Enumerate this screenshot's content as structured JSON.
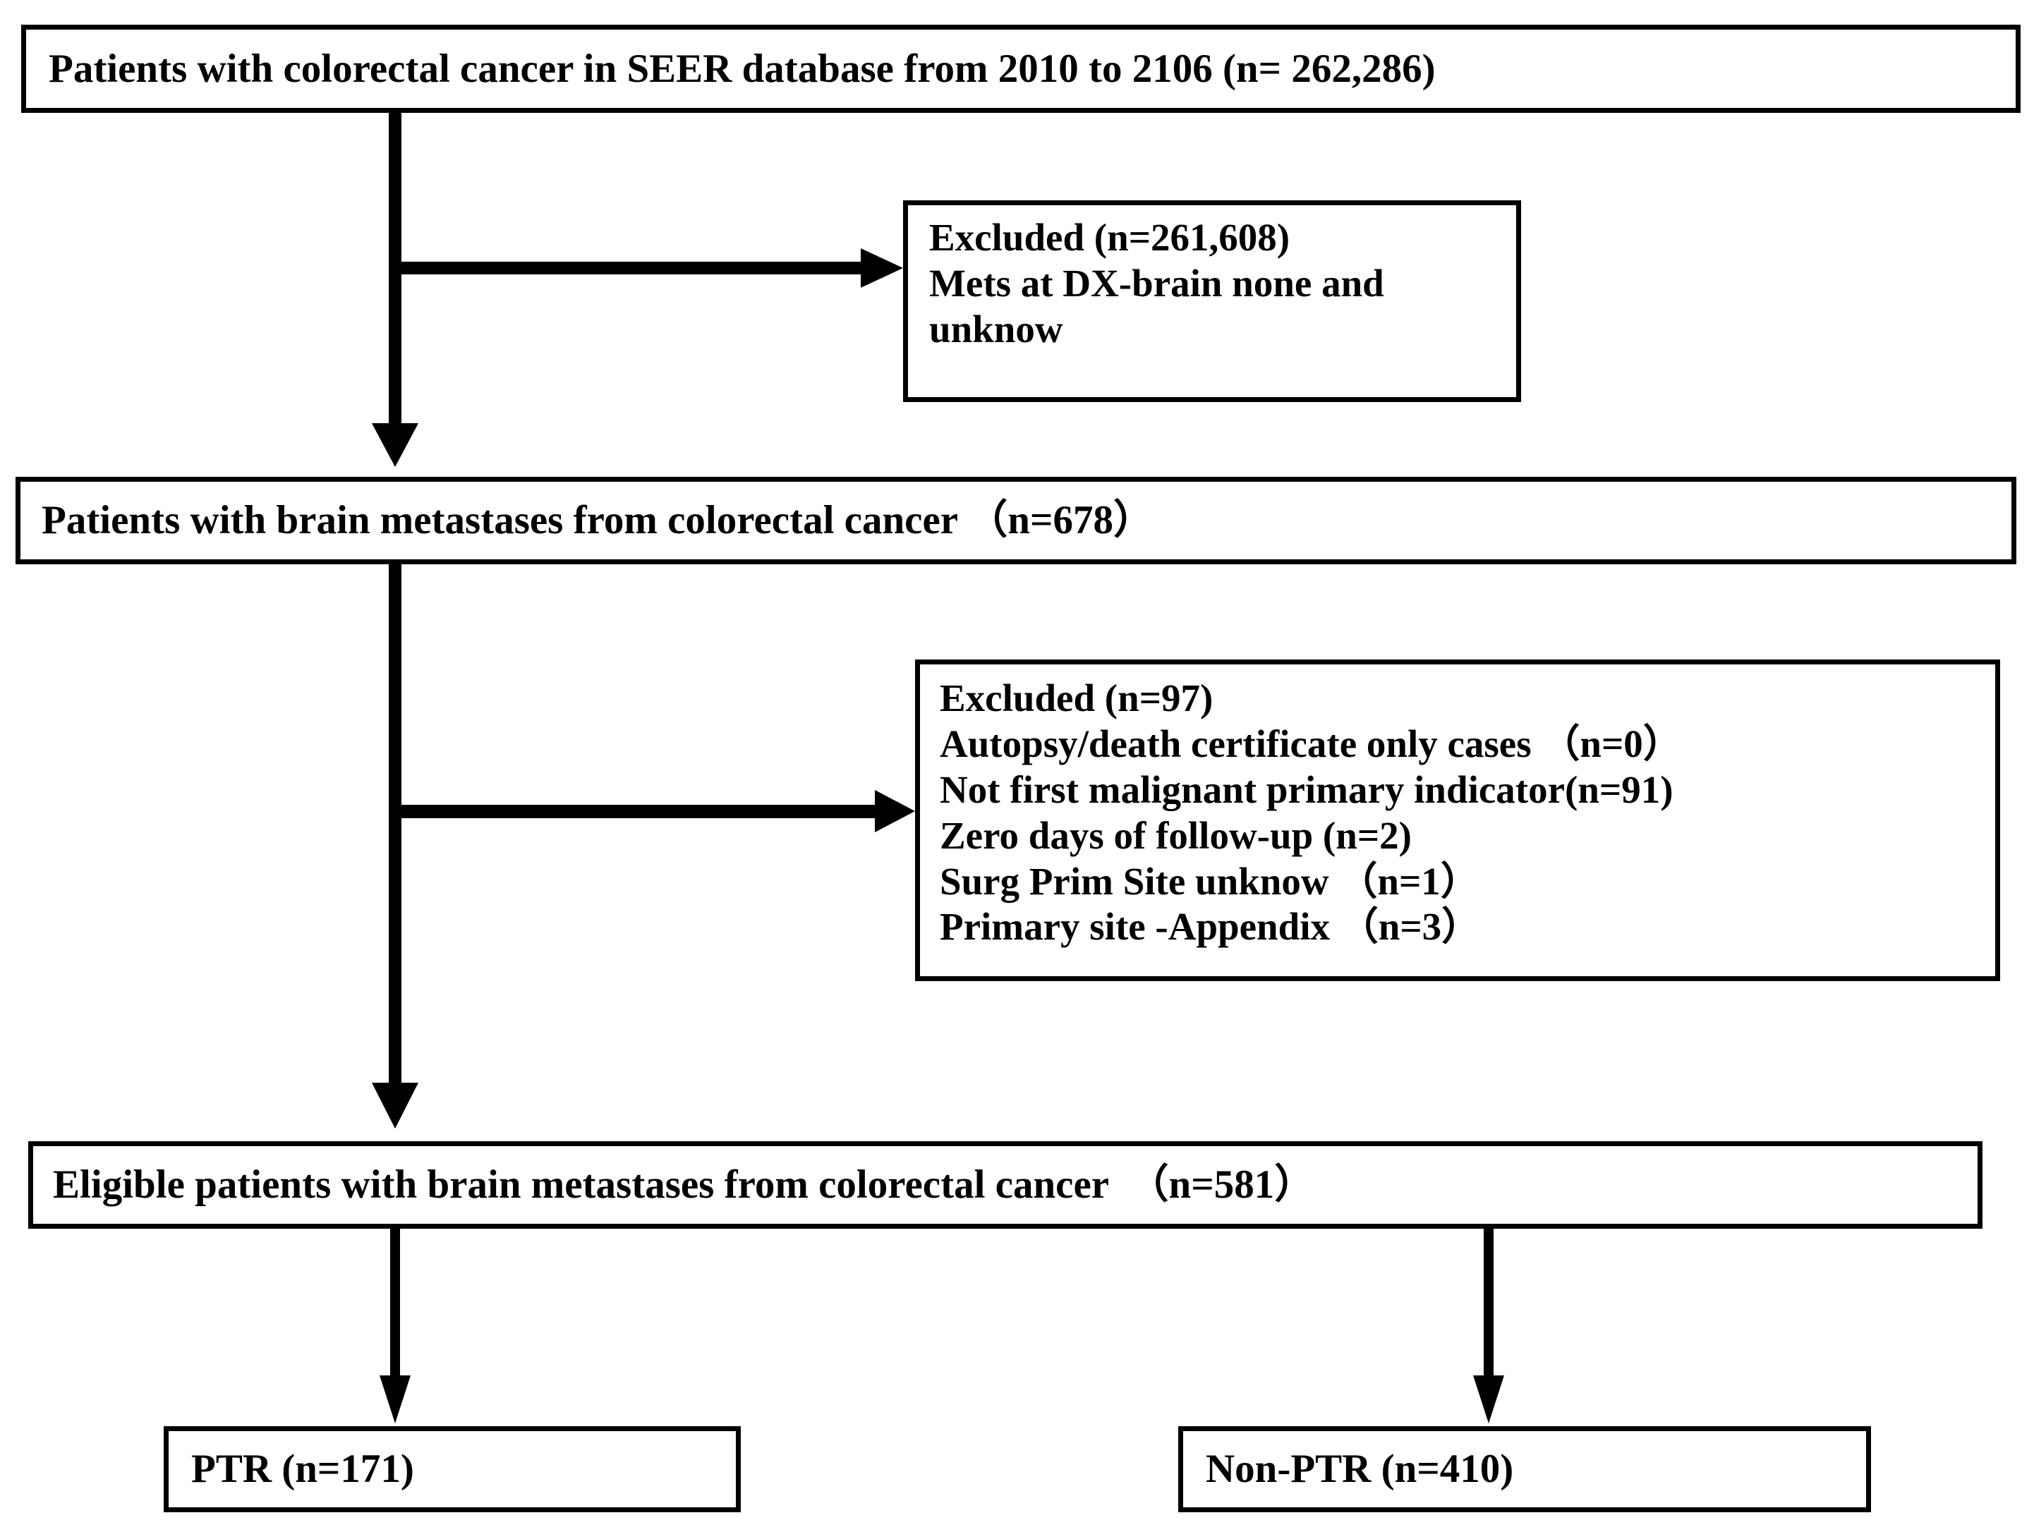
{
  "figure": {
    "type": "flowchart",
    "orientation": "top-to-bottom",
    "background_color": "#ffffff",
    "line_color": "#000000",
    "text_color": "#000000"
  },
  "boxes": {
    "source_cohort": {
      "label": "Patients with colorectal cancer in SEER database from 2010 to 2106 (n= 262,286)",
      "n": 262286
    },
    "excluded_1": {
      "label": "Excluded (n=261,608)\nMets at DX-brain none and\nunknow",
      "heading": "Excluded (n=261,608)",
      "reasons": [
        "Mets at DX-brain none and unknow"
      ],
      "n": 261608
    },
    "brain_mets_cohort": {
      "label": "Patients with brain metastases from colorectal cancer （n=678）",
      "n": 678
    },
    "excluded_2": {
      "label": "Excluded (n=97)\nAutopsy/death certificate only cases （n=0）\nNot first malignant primary indicator(n=91)\nZero days of follow-up (n=2)\nSurg Prim Site unknow （n=1）\nPrimary site -Appendix （n=3）",
      "heading": "Excluded (n=97)",
      "reasons": [
        {
          "text": "Autopsy/death certificate only cases （n=0）",
          "n": 0
        },
        {
          "text": "Not first malignant primary indicator(n=91)",
          "n": 91
        },
        {
          "text": "Zero days of follow-up (n=2)",
          "n": 2
        },
        {
          "text": "Surg Prim Site unknow （n=1）",
          "n": 1
        },
        {
          "text": "Primary site -Appendix （n=3）",
          "n": 3
        }
      ],
      "n": 97
    },
    "eligible_cohort": {
      "label": "Eligible patients with brain metastases from colorectal cancer  （n=581）",
      "n": 581
    },
    "group_ptr": {
      "label": "PTR (n=171)",
      "n": 171
    },
    "group_non_ptr": {
      "label": "Non-PTR (n=410)",
      "n": 410
    }
  },
  "arrows": [
    {
      "name": "source-to-brainmets",
      "from": "source_cohort",
      "to": "brain_mets_cohort",
      "direction": "down"
    },
    {
      "name": "source-to-excluded-1",
      "from": "source_cohort",
      "to": "excluded_1",
      "direction": "right"
    },
    {
      "name": "brainmets-to-eligible",
      "from": "brain_mets_cohort",
      "to": "eligible_cohort",
      "direction": "down"
    },
    {
      "name": "brainmets-to-excluded-2",
      "from": "brain_mets_cohort",
      "to": "excluded_2",
      "direction": "right"
    },
    {
      "name": "eligible-to-ptr",
      "from": "eligible_cohort",
      "to": "group_ptr",
      "direction": "down"
    },
    {
      "name": "eligible-to-non-ptr",
      "from": "eligible_cohort",
      "to": "group_non_ptr",
      "direction": "down"
    }
  ]
}
